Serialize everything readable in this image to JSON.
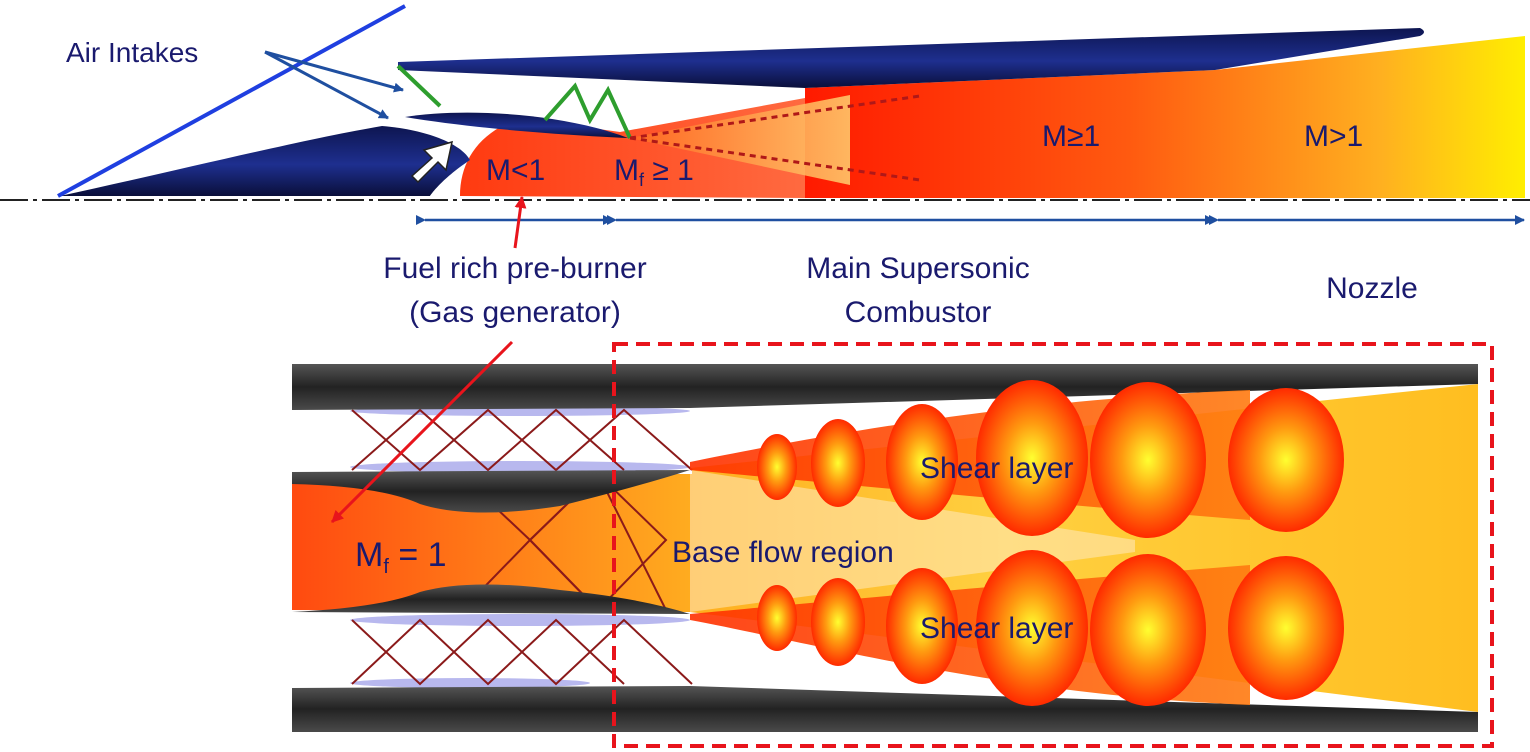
{
  "labels": {
    "air_intakes": "Air Intakes",
    "mach_subsonic": "M<1",
    "mach_fuel_prefix": "M",
    "mach_fuel_sub": "f",
    "mach_fuel_relation": " ≥ 1",
    "mach_combustor": "M≥1",
    "mach_nozzle": "M>1",
    "preburner_line1": "Fuel rich pre-burner",
    "preburner_line2": "(Gas generator)",
    "combustor_line1": "Main Supersonic",
    "combustor_line2": "Combustor",
    "nozzle": "Nozzle",
    "mf_prefix": "M",
    "mf_sub": "f",
    "mf_value": " = 1",
    "base_flow": "Base flow region",
    "shear_upper": "Shear layer",
    "shear_lower": "Shear layer"
  },
  "colors": {
    "label_text": "#1a1a6e",
    "arrow_blue": "#1f4fa0",
    "red_arrow": "#e8141c",
    "shock_green": "#2e9e2e",
    "body_dark_blue": "#1b2a78",
    "flame_red": "#ff2a00",
    "flame_orange": "#ff8c00",
    "flame_yellow": "#ffee00",
    "wall_grey": "#2b2b2b",
    "shock_brown": "#8b1a1a",
    "dashed_box": "#e8141c"
  }
}
